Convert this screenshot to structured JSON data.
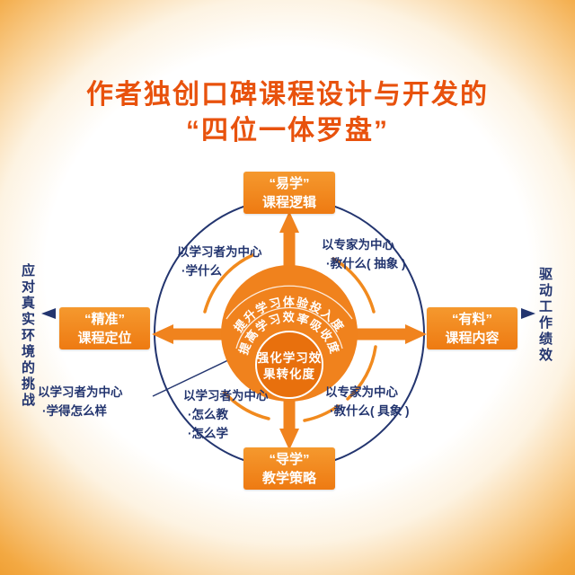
{
  "title": {
    "line1": "作者独创口碑课程设计与开发的",
    "line2": "“四位一体罗盘”"
  },
  "compass": {
    "boxes": {
      "top": {
        "quote": "“易学”",
        "label": "课程逻辑"
      },
      "right": {
        "quote": "“有料”",
        "label": "课程内容"
      },
      "bottom": {
        "quote": "“导学”",
        "label": "教学策略"
      },
      "left": {
        "quote": "“精准”",
        "label": "课程定位"
      }
    },
    "center": {
      "ring1": "提升学习体验投入度",
      "ring2": "提高学习效率吸收度",
      "core_line1": "强化学习效",
      "core_line2": "果转化度"
    }
  },
  "annotations": {
    "top_left": {
      "line1": "以学习者为中心",
      "line2": "·学什么"
    },
    "top_right": {
      "line1": "以专家为中心",
      "line2": "·教什么( 抽象 )"
    },
    "bottom_right": {
      "line1": "以专家为中心",
      "line2": "·教什么( 具象 )"
    },
    "bottom_center_left": {
      "line1": "以学习者为中心",
      "line2": "·怎么教",
      "line3": "·怎么学"
    },
    "outer_left": {
      "line1": "以学习者为中心",
      "line2": "·学得怎么样"
    }
  },
  "sides": {
    "left": "应对真实环境的挑战",
    "right": "驱动工作绩效"
  },
  "colors": {
    "orange": "#F0831E",
    "orange_deep": "#E8700D",
    "navy": "#23356F",
    "title_red": "#E8520D",
    "background_edge": "#F3A943"
  }
}
